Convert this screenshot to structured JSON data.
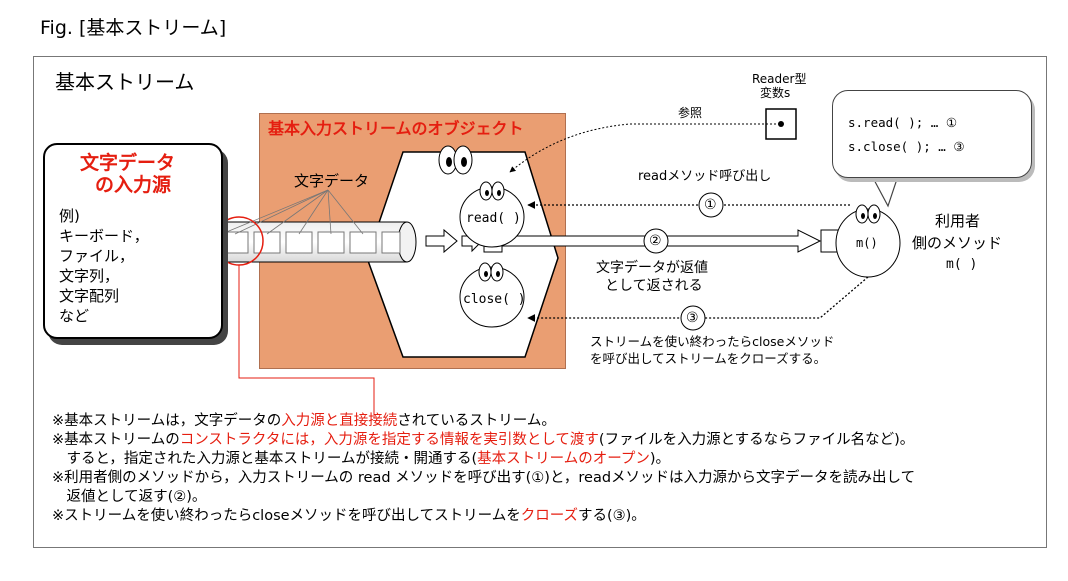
{
  "caption": "Fig. [基本ストリーム]",
  "frame_title": "基本ストリーム",
  "source": {
    "title_line1": "文字データ",
    "title_line2": "の入力源",
    "examples": [
      "例)",
      "キーボード，",
      "ファイル，",
      "文字列，",
      "文字配列",
      "など"
    ]
  },
  "stream": {
    "title": "基本入力ストリームのオブジェクト",
    "char_data_label": "文字データ",
    "read_method": "read( )",
    "close_method": "close( )"
  },
  "variable": {
    "type_label": "Reader型",
    "var_label": "変数s",
    "ref_label": "参照"
  },
  "calls": {
    "read_call_label": "readメソッド呼び出し",
    "step1": "①",
    "step2": "②",
    "step3": "③",
    "return_line1": "文字データが返値",
    "return_line2": "として返される",
    "close_line1": "ストリームを使い終わったらcloseメソッド",
    "close_line2": "を呼び出してストリームをクローズする。"
  },
  "callout": {
    "line1": "s.read( );  … ①",
    "line2": "s.close( ); … ③"
  },
  "user": {
    "line1": "利用者",
    "line2": "側のメソッド",
    "method": "m( )",
    "inner_method": "m()"
  },
  "notes": {
    "n1a": "※基本ストリームは，文字データの",
    "n1b": "入力源と直接接続",
    "n1c": "されているストリーム。",
    "n2a": "※基本ストリームの",
    "n2b": "コンストラクタには，入力源を指定する情報を実引数として渡す",
    "n2c": "(ファイルを入力源とするならファイル名など)。",
    "n3a": "　すると，指定された入力源と基本ストリームが接続・開通する(",
    "n3b": "基本ストリームのオープン",
    "n3c": ")。",
    "n4": "※利用者側のメソッドから，入力ストリームの read メソッドを呼び出す(①)と，readメソッドは入力源から文字データを読み出して",
    "n5": "　返値として返す(②)。",
    "n6a": "※ストリームを使い終わったらcloseメソッドを呼び出してストリームを",
    "n6b": "クローズ",
    "n6c": "する(③)。"
  }
}
